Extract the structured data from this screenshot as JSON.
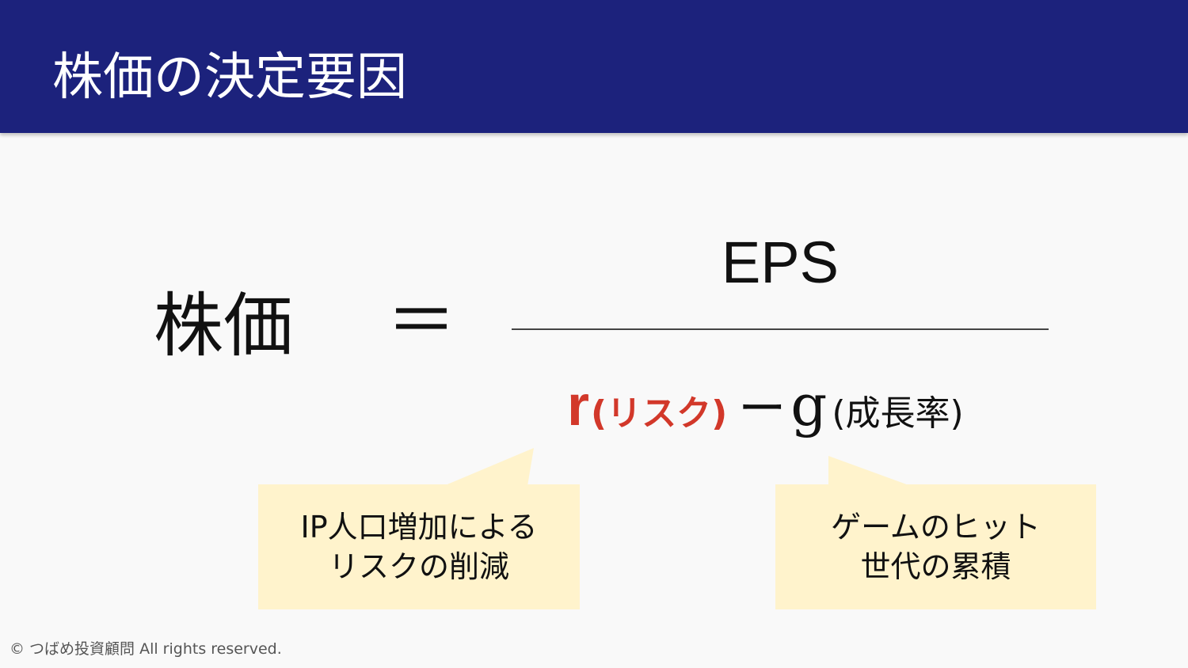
{
  "slide": {
    "title": "株価の決定要因"
  },
  "formula": {
    "lhs": "株価",
    "equals": "＝",
    "numerator": "EPS",
    "denominator": {
      "r_symbol": "r",
      "r_note": "(リスク)",
      "minus": "ー",
      "g_symbol": "g",
      "g_note": "(成長率)"
    }
  },
  "callouts": [
    {
      "lines": [
        "IP人口増加による",
        "リスクの削減"
      ]
    },
    {
      "lines": [
        "ゲームのヒット",
        "世代の累積"
      ]
    }
  ],
  "footer": {
    "copyright": "© つばめ投資顧問 All rights reserved."
  },
  "colors": {
    "header_bg": "#1c227c",
    "accent_red": "#d2382a",
    "callout_bg": "#fff3cc"
  }
}
